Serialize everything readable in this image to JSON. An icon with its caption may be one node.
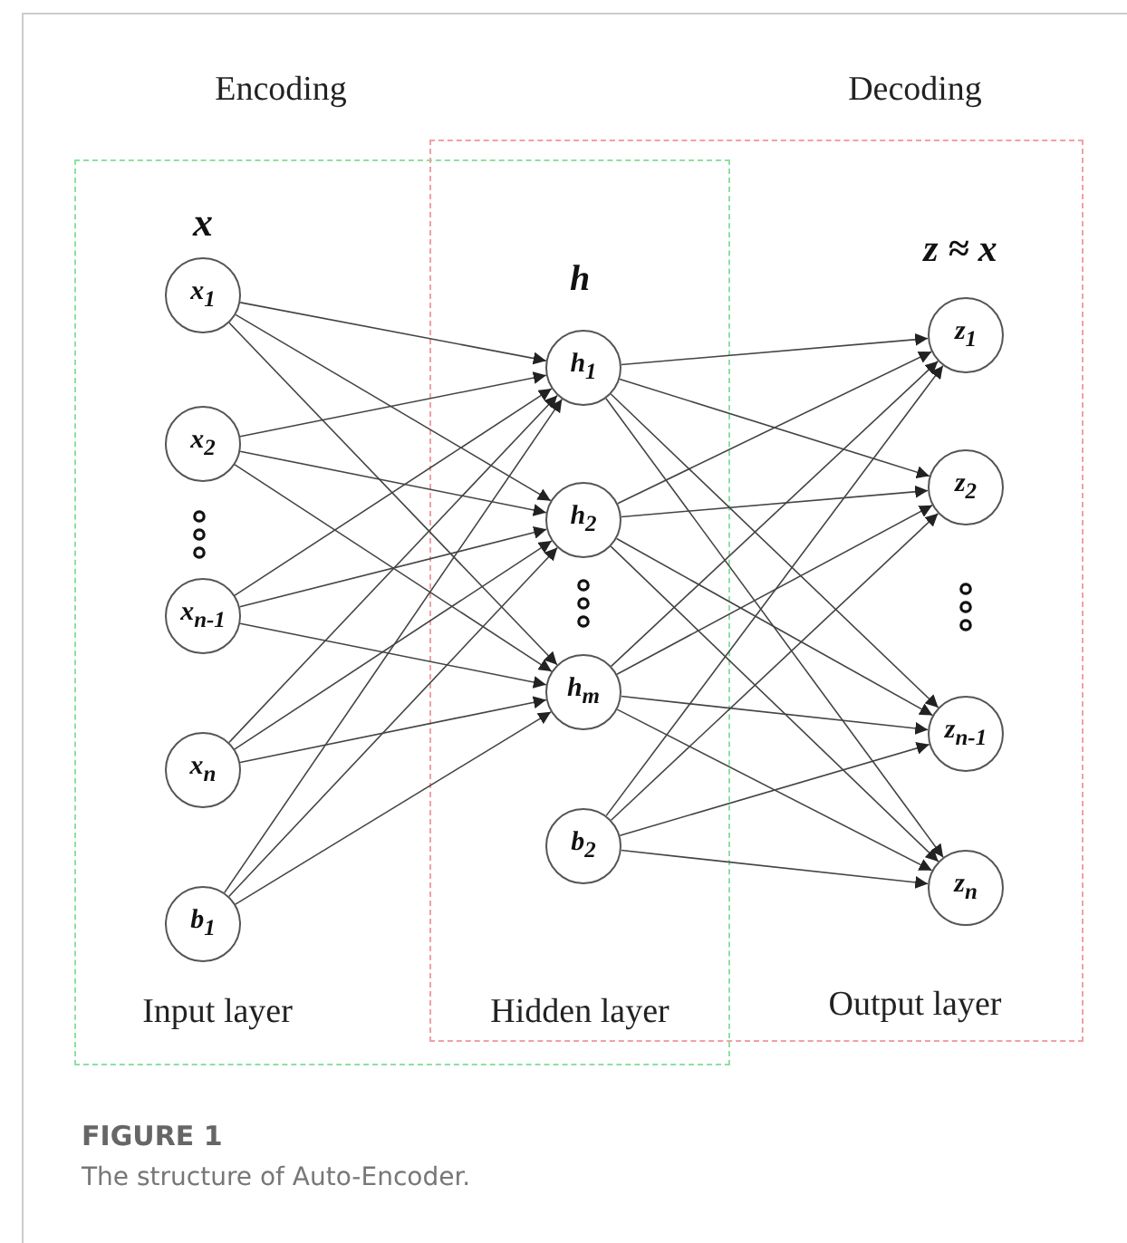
{
  "diagram": {
    "caption": "The structure of Auto-Encoder.",
    "nodes": [
      {
        "text": [
          "Encoding",
          "Input layer"
        ]
      },
      {
        "text": [
          "Decoding",
          "Output layer"
        ]
      },
      {
        "text": [
          "x$_{1}$"
        ],
        "in": 0
      },
      {
        "text": [
          "x$_{2}$"
        ],
        "in": 0
      },
      {
        "text": [
          "x$_{n-1}$"
        ],
        "in": 0
      },
      {
        "text": [
          "x$_{n}$"
        ],
        "in": 0
      },
      {
        "text": [
          "b$_{1}$"
        ],
        "in": 0
      },
      {
        "text": [
          "h$_{1}$"
        ]
      },
      {
        "text": [
          "h$_{2}$"
        ]
      },
      {
        "text": [
          "h$_{m}$"
        ]
      },
      {
        "text": [
          "b$_{2}$"
        ]
      },
      {
        "text": [
          "z$_{1}$"
        ],
        "in": 1
      },
      {
        "text": [
          "z$_{2}$"
        ],
        "in": 1
      },
      {
        "text": [
          "z$_{n-1}$"
        ],
        "in": 1
      },
      {
        "text": [
          "z$_{n}$"
        ],
        "in": 1
      }
    ],
    "edges": [
      {
        "from": 2,
        "to": 7,
        "arrow": "to"
      },
      {
        "from": 2,
        "to": 8,
        "arrow": "to"
      },
      {
        "from": 2,
        "to": 9,
        "arrow": "to"
      },
      {
        "from": 3,
        "to": 7,
        "arrow": "to"
      },
      {
        "from": 3,
        "to": 8,
        "arrow": "to"
      },
      {
        "from": 3,
        "to": 9,
        "arrow": "to"
      },
      {
        "from": 4,
        "to": 7,
        "arrow": "to"
      },
      {
        "from": 4,
        "to": 8,
        "arrow": "to"
      },
      {
        "from": 4,
        "to": 9,
        "arrow": "to"
      },
      {
        "from": 5,
        "to": 7,
        "arrow": "to"
      },
      {
        "from": 5,
        "to": 8,
        "arrow": "to"
      },
      {
        "from": 5,
        "to": 9,
        "arrow": "to"
      },
      {
        "from": 6,
        "to": 7,
        "arrow": "to"
      },
      {
        "from": 6,
        "to": 8,
        "arrow": "to"
      },
      {
        "from": 6,
        "to": 9,
        "arrow": "to"
      },
      {
        "from": 7,
        "to": 11,
        "arrow": "to"
      },
      {
        "from": 7,
        "to": 12,
        "arrow": "to"
      },
      {
        "from": 7,
        "to": 13,
        "arrow": "to"
      },
      {
        "from": 7,
        "to": 14,
        "arrow": "to"
      },
      {
        "from": 8,
        "to": 11,
        "arrow": "to"
      },
      {
        "from": 8,
        "to": 12,
        "arrow": "to"
      },
      {
        "from": 8,
        "to": 13,
        "arrow": "to"
      },
      {
        "from": 8,
        "to": 14,
        "arrow": "to"
      },
      {
        "from": 9,
        "to": 11,
        "arrow": "to"
      },
      {
        "from": 9,
        "to": 12,
        "arrow": "to"
      },
      {
        "from": 9,
        "to": 13,
        "arrow": "to"
      },
      {
        "from": 9,
        "to": 14,
        "arrow": "to"
      },
      {
        "from": 10,
        "to": 11,
        "arrow": "to"
      },
      {
        "from": 10,
        "to": 12,
        "arrow": "to"
      },
      {
        "from": 10,
        "to": 13,
        "arrow": "to"
      },
      {
        "from": 10,
        "to": 14,
        "arrow": "to"
      }
    ],
    "labels": [
      "x",
      "h",
      "z ≈ x",
      "Hidden layer",
      "FIGURE 1"
    ]
  }
}
